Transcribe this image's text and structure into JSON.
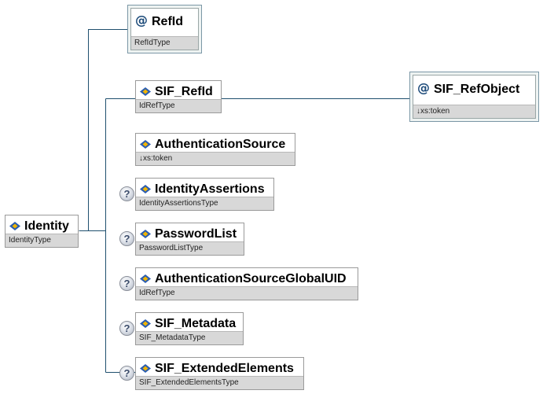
{
  "root": {
    "name": "Identity",
    "type": "IdentityType"
  },
  "attribute": {
    "name": "RefId",
    "type": "RefIdType"
  },
  "children": [
    {
      "name": "SIF_RefId",
      "type": "IdRefType",
      "optional": false
    },
    {
      "name": "AuthenticationSource",
      "type": "↓xs:token",
      "optional": false
    },
    {
      "name": "IdentityAssertions",
      "type": "IdentityAssertionsType",
      "optional": true
    },
    {
      "name": "PasswordList",
      "type": "PasswordListType",
      "optional": true
    },
    {
      "name": "AuthenticationSourceGlobalUID",
      "type": "IdRefType",
      "optional": true
    },
    {
      "name": "SIF_Metadata",
      "type": "SIF_MetadataType",
      "optional": true
    },
    {
      "name": "SIF_ExtendedElements",
      "type": "SIF_ExtendedElementsType",
      "optional": true
    }
  ],
  "sif_refid_attribute": {
    "name": "SIF_RefObject",
    "type": "↓xs:token"
  },
  "optional_marker": "?",
  "attribute_marker": "@",
  "colors": {
    "connector": "#1f4f6e",
    "element_icon": "#2a5db0",
    "element_icon_accent": "#f0b400"
  }
}
